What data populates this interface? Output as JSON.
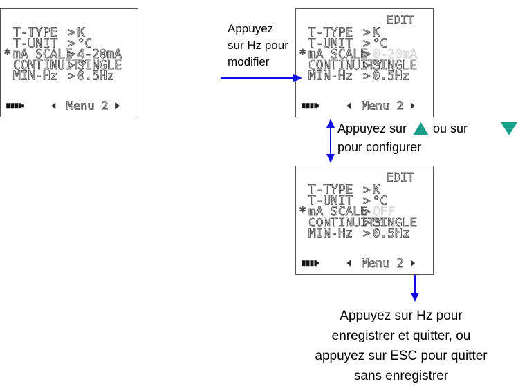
{
  "panels": [
    {
      "edit_label": "",
      "rows": [
        {
          "marker": "",
          "name": "T-TYPE",
          "value": "K",
          "dim": false
        },
        {
          "marker": "",
          "name": "T-UNIT",
          "value": "°C",
          "dim": false
        },
        {
          "marker": "*",
          "name": "mA SCALE",
          "value": "4-20mA",
          "dim": false
        },
        {
          "marker": "",
          "name": "CONTINUITY",
          "value": "SINGLE",
          "dim": false
        },
        {
          "marker": "",
          "name": "MIN-Hz",
          "value": "0.5Hz",
          "dim": false
        }
      ],
      "menu_label": "Menu 2"
    },
    {
      "edit_label": "EDIT",
      "rows": [
        {
          "marker": "",
          "name": "T-TYPE",
          "value": "K",
          "dim": false
        },
        {
          "marker": "",
          "name": "T-UNIT",
          "value": "°C",
          "dim": false
        },
        {
          "marker": "*",
          "name": "mA SCALE",
          "value": "0-20mA",
          "dim": true
        },
        {
          "marker": "",
          "name": "CONTINUITY",
          "value": "SINGLE",
          "dim": false
        },
        {
          "marker": "",
          "name": "MIN-Hz",
          "value": "0.5Hz",
          "dim": false
        }
      ],
      "menu_label": "Menu 2"
    },
    {
      "edit_label": "EDIT",
      "rows": [
        {
          "marker": "",
          "name": "T-TYPE",
          "value": "K",
          "dim": false
        },
        {
          "marker": "",
          "name": "T-UNIT",
          "value": "°C",
          "dim": false
        },
        {
          "marker": "*",
          "name": "mA SCALE",
          "value": "OFF",
          "dim": true
        },
        {
          "marker": "",
          "name": "CONTINUITY",
          "value": "SINGLE",
          "dim": false
        },
        {
          "marker": "",
          "name": "MIN-Hz",
          "value": "0.5Hz",
          "dim": false
        }
      ],
      "menu_label": "Menu 2"
    }
  ],
  "captions": {
    "modify_lines": [
      "Appuyez",
      "sur Hz pour",
      "modifier"
    ],
    "configure_line1_start": "Appuyez sur",
    "configure_line1_or": "ou sur",
    "configure_line2": "pour configurer",
    "save_lines": [
      "Appuyez sur Hz pour",
      "enregistrer et quitter, ou",
      "appuyez sur ESC pour quitter",
      "sans enregistrer"
    ]
  },
  "colors": {
    "arrow": "#1010e0",
    "triangle_key": "#1a9e8a",
    "lcd_text": "#333333",
    "lcd_dim": "#c8c8c8"
  },
  "icons": [
    "battery-icon",
    "left-arrow-icon",
    "right-arrow-icon",
    "up-triangle-icon",
    "down-triangle-icon"
  ]
}
